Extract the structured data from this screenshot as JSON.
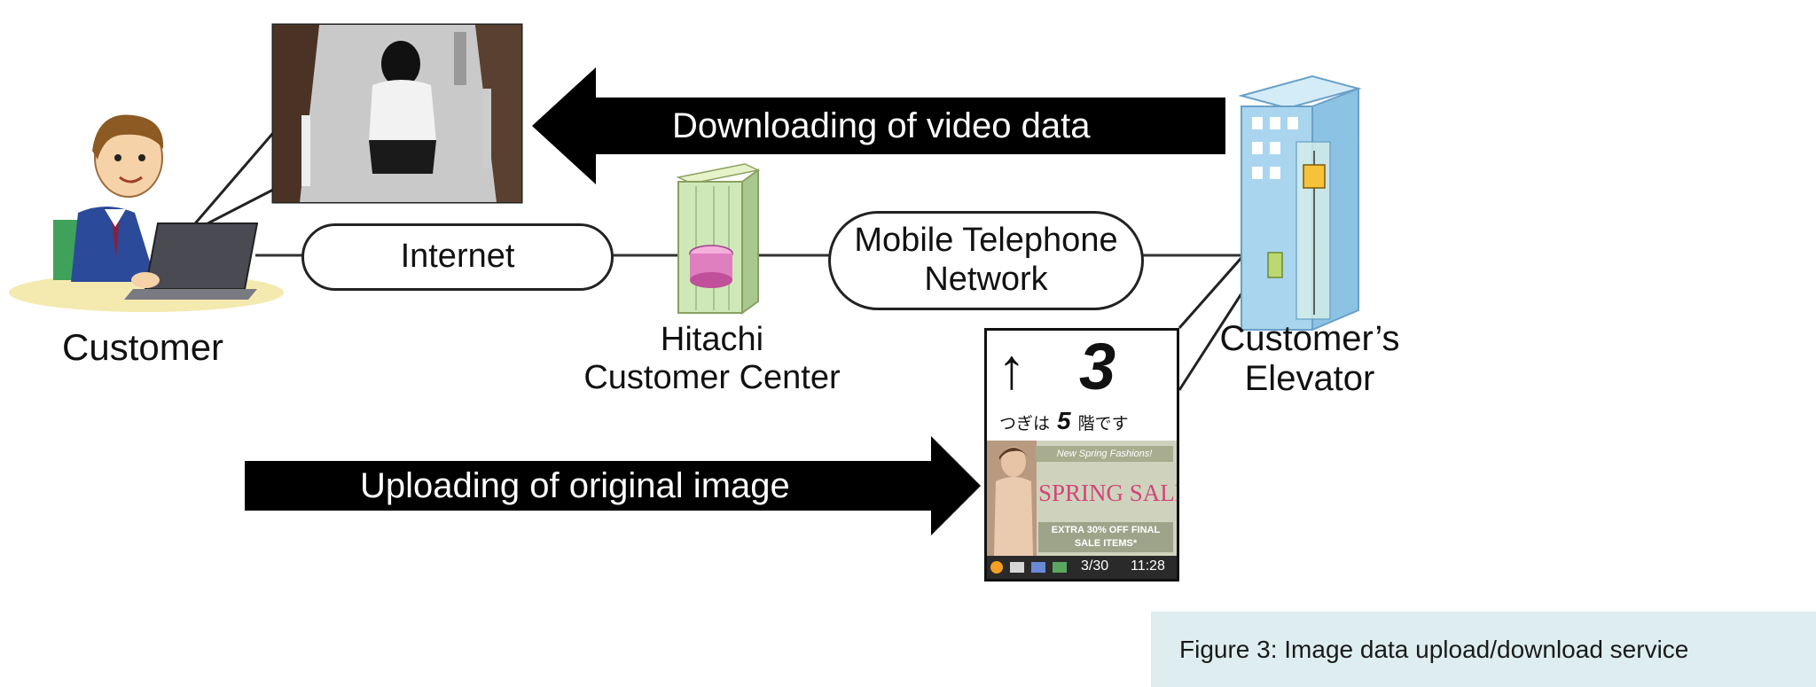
{
  "labels": {
    "customer": "Customer",
    "center_line1": "Hitachi",
    "center_line2": "Customer Center",
    "elevator_line1": "Customer’s",
    "elevator_line2": "Elevator"
  },
  "networks": {
    "internet": "Internet",
    "mobile_line1": "Mobile Telephone",
    "mobile_line2": "Network"
  },
  "arrows": {
    "download": "Downloading of video data",
    "upload": "Uploading of original image"
  },
  "display": {
    "floor": "3",
    "arrow_glyph": "↑",
    "next_prefix": "つぎは",
    "next_floor": "5",
    "next_suffix": "階です",
    "ad_header": "New Spring Fashions!",
    "ad_title": "SPRING SALE",
    "ad_offer_line1": "EXTRA 30% OFF FINAL",
    "ad_offer_line2": "SALE ITEMS*",
    "date": "3/30",
    "time": "11:28"
  },
  "caption": "Figure 3: Image data upload/download service",
  "colors": {
    "arrow": "#000000",
    "caption_bg": "#deeef0",
    "building": "#a9d5ee",
    "server_building": "#cfe8b8",
    "server_disk": "#e07fc0",
    "sale_pink": "#d2457a"
  }
}
